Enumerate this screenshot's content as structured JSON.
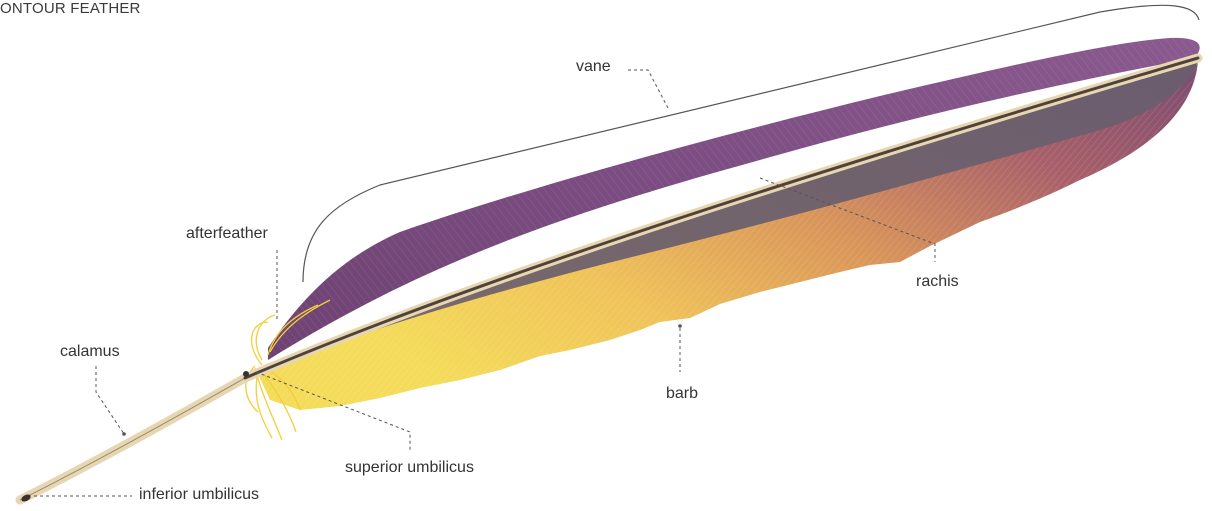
{
  "title": "ONTOUR FEATHER",
  "labels": {
    "vane": "vane",
    "afterfeather": "afterfeather",
    "rachis": "rachis",
    "calamus": "calamus",
    "barb": "barb",
    "superior_umbilicus": "superior umbilicus",
    "inferior_umbilicus": "inferior umbilicus"
  },
  "colors": {
    "vane_upper": "#7a4a7e",
    "vane_lower_light": "#f2d35c",
    "vane_lower_mid": "#d89a55",
    "vane_lower_dark": "#9a5a6a",
    "rachis": "#e8d9b8",
    "leader_line": "#555555"
  }
}
